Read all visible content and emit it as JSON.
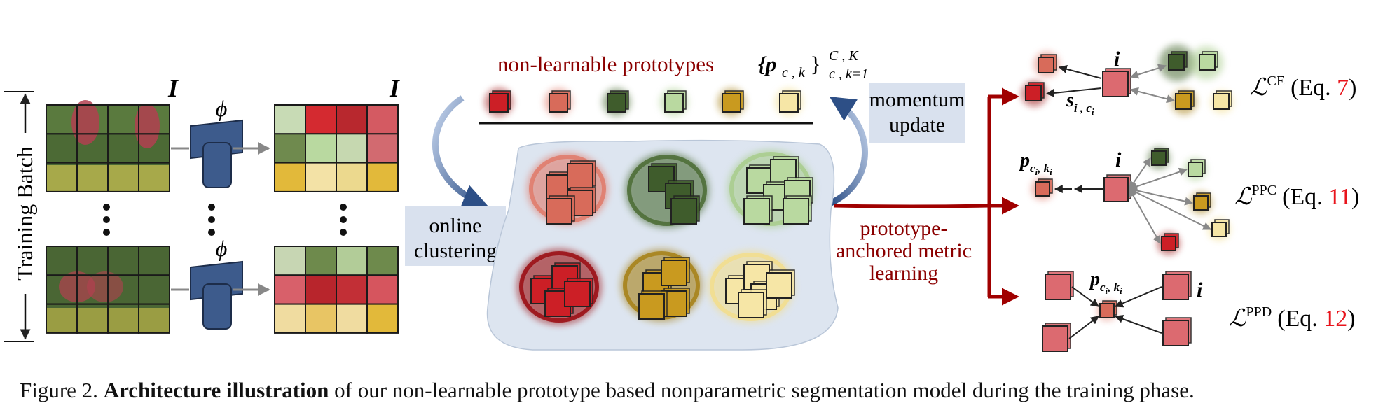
{
  "figure": {
    "batch_label": "Training Batch",
    "image_symbol": "I",
    "encoder_symbol": "ϕ",
    "prototypes_label": "non-learnable prototypes",
    "prototypes_set_main": "{p",
    "prototypes_set_sub": "c , k",
    "prototypes_set_close": "}",
    "prototypes_set_sup": "C , K",
    "prototypes_set_range": "c , k=1",
    "momentum_line1": "momentum",
    "momentum_line2": "update",
    "clustering_line1": "online",
    "clustering_line2": "clustering",
    "metric_line1": "prototype-",
    "metric_line2": "anchored metric",
    "metric_line3": "learning",
    "pixel_symbol": "i",
    "sim_main": "s",
    "sim_sub": "i , c",
    "sim_subsub": "i",
    "anchor_main": "p",
    "anchor_sub": "c",
    "anchor_subsub1": "i",
    "anchor_sub2": ", k",
    "anchor_subsub2": "i",
    "loss_symbol": "ℒ",
    "losses": [
      {
        "name": "CE",
        "eq_prefix": "(Eq. ",
        "eq_num": "7",
        "eq_suffix": ")"
      },
      {
        "name": "PPC",
        "eq_prefix": "(Eq. ",
        "eq_num": "11",
        "eq_suffix": ")"
      },
      {
        "name": "PPD",
        "eq_prefix": "(Eq. ",
        "eq_num": "12",
        "eq_suffix": ")"
      }
    ]
  },
  "caption": {
    "prefix": "Figure 2.",
    "bold": "Architecture illustration",
    "rest": "of our non-learnable prototype based nonparametric segmentation model during the training phase."
  },
  "colors": {
    "dark_red": "#8b0000",
    "eq_red": "#e8141c",
    "encoder_blue": "#3d5b8c",
    "arrow_blue": "#2d4f86",
    "label_box": "#d9e1ee",
    "cluster_bg": "#dde5f0"
  }
}
